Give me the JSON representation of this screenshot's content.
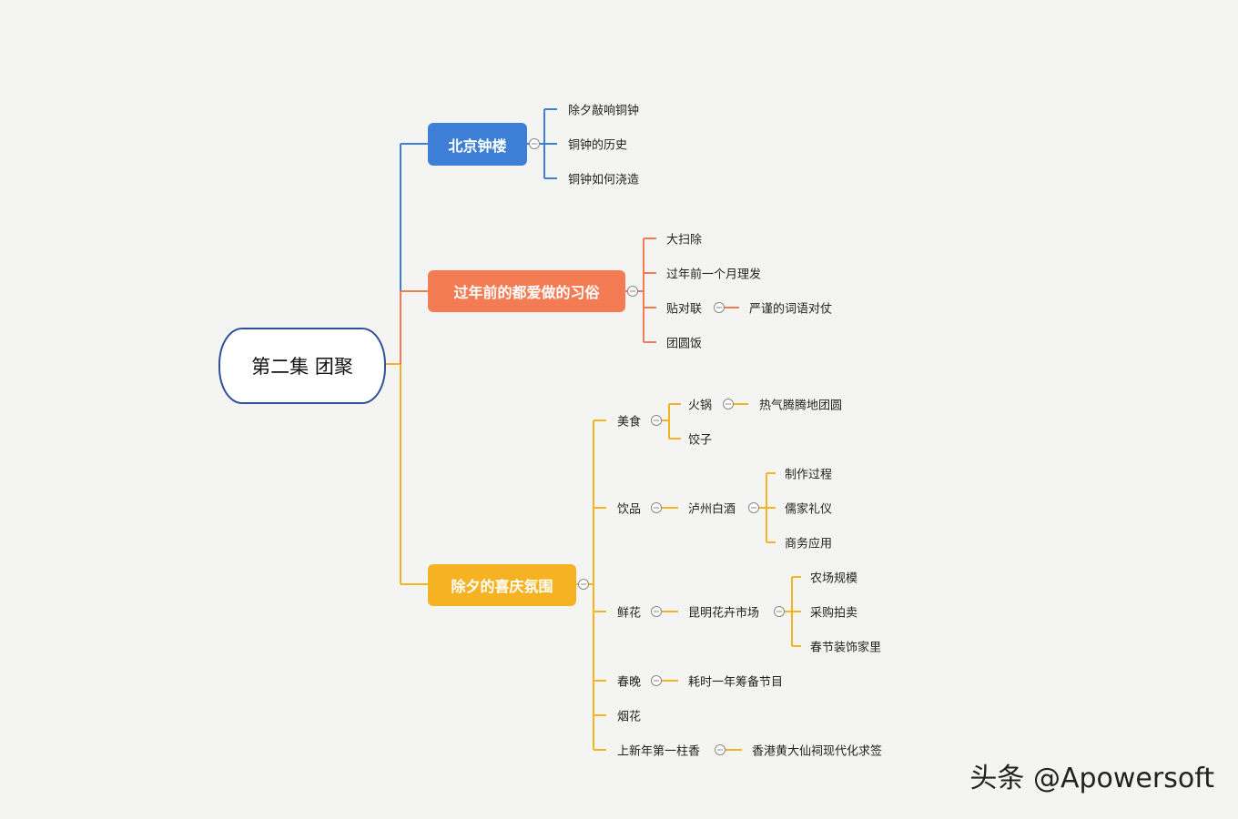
{
  "root": "第二集 团聚",
  "colors": {
    "blue": "#3d7fd6",
    "orange": "#f47c55",
    "yellow": "#f5b324",
    "root_border": "#2f4f9a"
  },
  "branches": {
    "beijing": {
      "label": "北京钟楼",
      "children": [
        "除夕敲响铜钟",
        "铜钟的历史",
        "铜钟如何浇造"
      ]
    },
    "custom": {
      "label": "过年前的都爱做的习俗",
      "children": [
        "大扫除",
        "过年前一个月理发",
        "贴对联",
        "团圆饭"
      ],
      "couplet_child": "严谨的词语对仗"
    },
    "festive": {
      "label": "除夕的喜庆氛围",
      "food": {
        "label": "美食",
        "hotpot": "火锅",
        "hotpot_child": "热气腾腾地团圆",
        "dumpling": "饺子"
      },
      "drink": {
        "label": "饮品",
        "liquor": "泸州白酒",
        "children": [
          "制作过程",
          "儒家礼仪",
          "商务应用"
        ]
      },
      "flower": {
        "label": "鲜花",
        "market": "昆明花卉市场",
        "children": [
          "农场规模",
          "采购拍卖",
          "春节装饰家里"
        ]
      },
      "gala": {
        "label": "春晚",
        "child": "耗时一年筹备节目"
      },
      "fireworks": {
        "label": "烟花"
      },
      "incense": {
        "label": "上新年第一柱香",
        "child": "香港黄大仙祠现代化求签"
      }
    }
  },
  "watermark": "头条 @Apowersoft"
}
